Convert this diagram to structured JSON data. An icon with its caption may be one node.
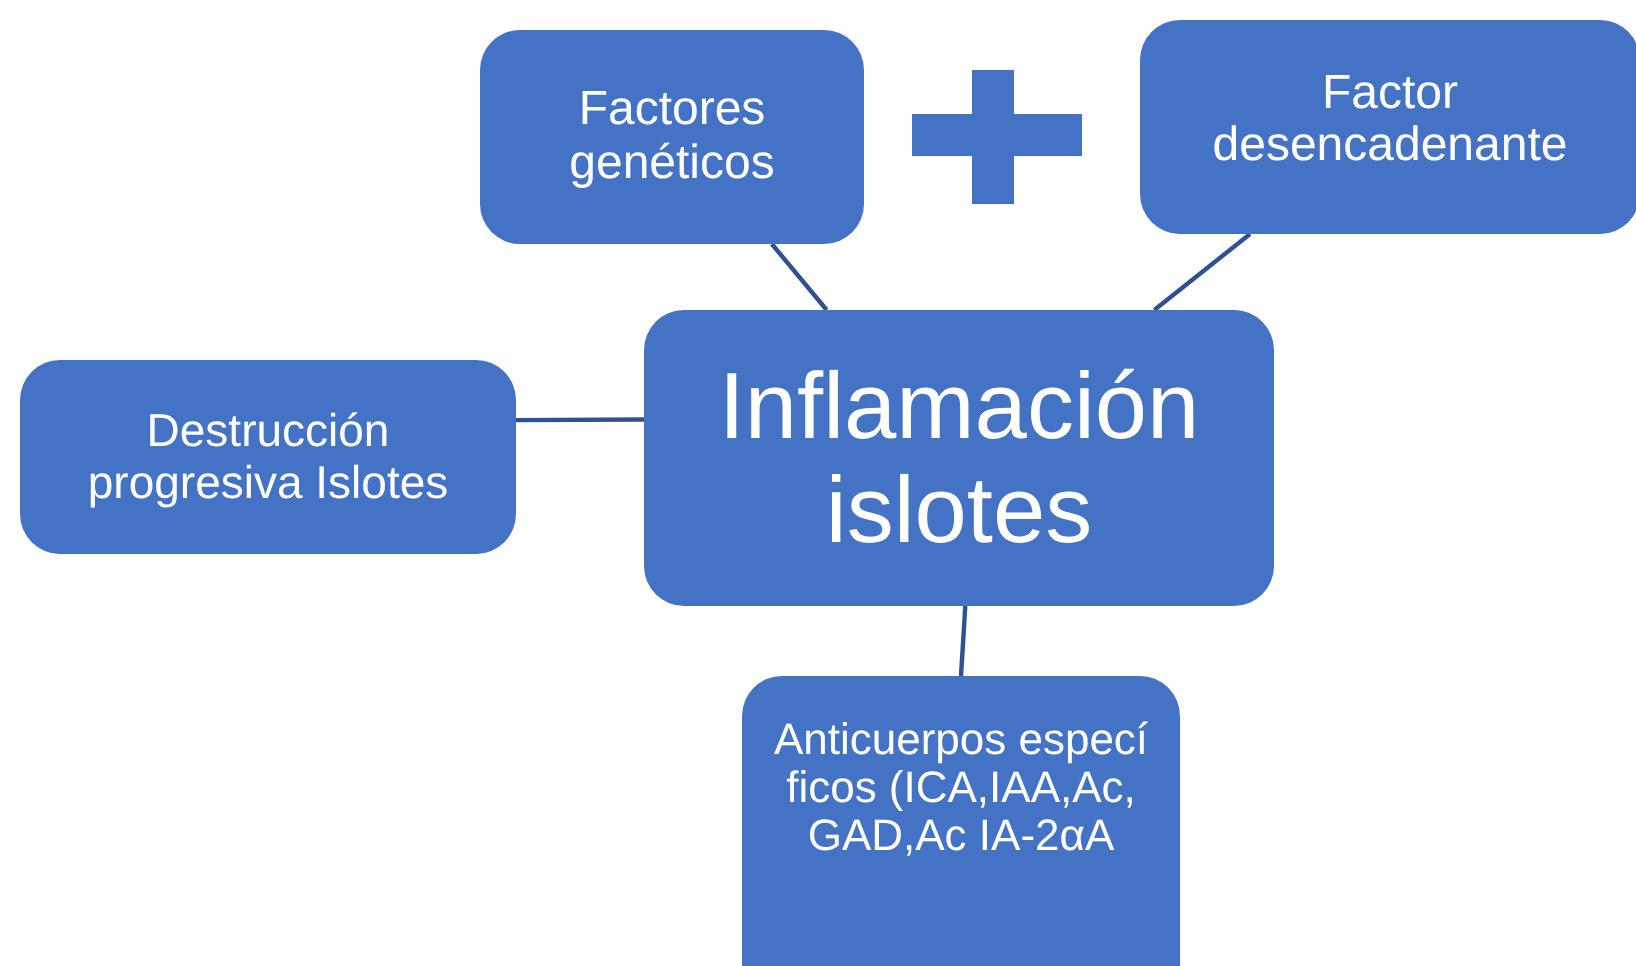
{
  "diagram": {
    "nodes": [
      {
        "text": [
          "Factores genéticos"
        ]
      },
      {
        "text": [
          "Factor desencadenante"
        ]
      },
      {
        "text": [
          "Inflamación islotes"
        ]
      },
      {
        "text": [
          "Destrucción progresiva Islotes"
        ]
      },
      {
        "text": [
          "Anticuerpos específicos (ICA,IAA,Ac,GAD,Ac IA-2αA"
        ]
      }
    ],
    "edges": [
      {
        "from": 0,
        "to": 2,
        "arrow": "none"
      },
      {
        "from": 1,
        "to": 2,
        "arrow": "none"
      },
      {
        "from": 2,
        "to": 3,
        "arrow": "none"
      },
      {
        "from": 2,
        "to": 4,
        "arrow": "none"
      }
    ]
  }
}
